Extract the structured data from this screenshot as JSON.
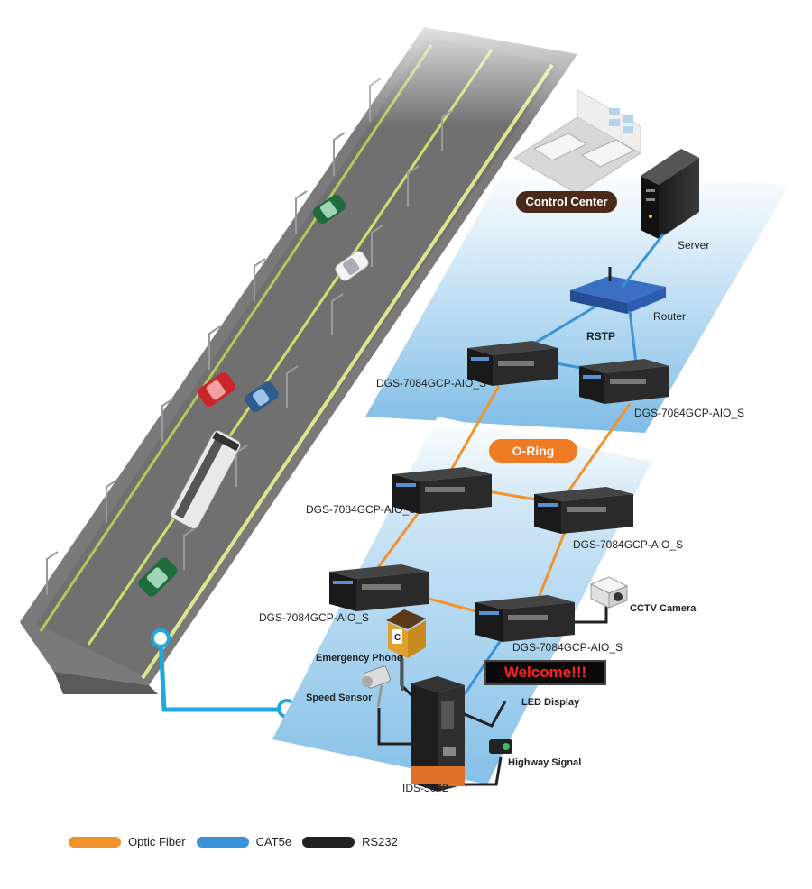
{
  "labels": {
    "control_center": "Control Center",
    "server": "Server",
    "router": "Router",
    "rstp": "RSTP",
    "switch_rstp_left": "DGS-7084GCP-AIO_S",
    "switch_rstp_right": "DGS-7084GCP-AIO_S",
    "oring": "O-Ring",
    "switch_ring_top_left": "DGS-7084GCP-AIO_S",
    "switch_ring_top_right": "DGS-7084GCP-AIO_S",
    "switch_ring_bottom_left": "DGS-7084GCP-AIO_S",
    "switch_ring_bottom_right": "DGS-7084GCP-AIO_S",
    "cctv_camera": "CCTV Camera",
    "emergency_phone": "Emergency Phone",
    "speed_sensor": "Speed Sensor",
    "led_display_text": "Welcome!!!",
    "led_display": "LED Display",
    "highway_signal": "Highway Signal",
    "ids": "IDS-5042"
  },
  "legend": {
    "optic_fiber": "Optic Fiber",
    "cat5e": "CAT5e",
    "rs232": "RS232"
  },
  "colors": {
    "optic_fiber": "#f0922e",
    "cat5e": "#3a93d6",
    "rs232": "#222222",
    "oring_pill": "#ee7a22",
    "control_center_pill": "#4a2a1a",
    "panel_top": "#ffffff",
    "panel_bottom": "#7fbde6",
    "led_text": "#ff2020",
    "road": "#6e6e6e",
    "road_link": "#1ea7e0"
  }
}
